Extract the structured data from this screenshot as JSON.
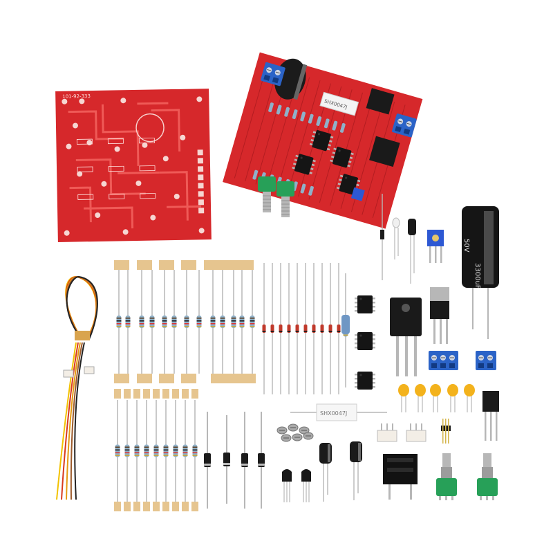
{
  "scene": {
    "type": "product-photo",
    "background": "#ffffff"
  },
  "colors": {
    "pcb_red": "#d6282b",
    "pcb_red_dark": "#b31d21",
    "pcb_trace": "#ef5a57",
    "tape": "#e6c58f",
    "resistor_body": "#8fb1c9",
    "diode_black": "#1b1b1b",
    "terminal_blue": "#2b63c7",
    "trimmer_blue": "#2d58d3",
    "cap_yellow": "#f3b21c",
    "pot_green": "#27a058",
    "metal": "#b7b7b7",
    "connector_white": "#f3eee6"
  },
  "labels": {
    "bare_pcb_text": "101-92-333",
    "cap_marking": "3300uF",
    "cap_voltage": "50V",
    "shunt_label": "SHX0047J"
  },
  "components": {
    "bare_pcb": 1,
    "assembled_pcb": 1,
    "resistor_strips": 2,
    "diode_strip": 1,
    "ic_chips": 3,
    "terminal_blocks": 2,
    "potentiometers": 2,
    "ceramic_caps": 5,
    "power_diodes": 4,
    "electrolytic_small": 2,
    "transistors_small": 2,
    "heatsink": 1,
    "screws": 6,
    "wire_harness": 1
  },
  "icons": {
    "bare": "bare-pcb-icon",
    "assembled": "assembled-pcb-icon",
    "cap": "electrolytic-capacitor-icon",
    "wire": "wire-harness-icon",
    "shunt": "shunt-resistor-icon"
  }
}
